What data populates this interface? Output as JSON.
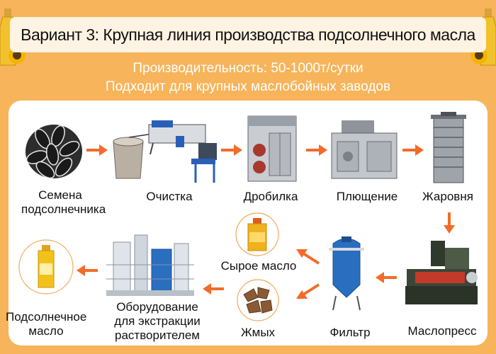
{
  "title": "Вариант 3: Крупная линия производства подсолнечного масла",
  "subtitle": {
    "line1": "Производительность: 50-1000т/сутки",
    "line2": "Подходит для крупных маслобойных заводов"
  },
  "steps": {
    "seeds": "Семена\nподсолнечника",
    "cleaning": "Очистка",
    "crusher": "Дробилка",
    "flaking": "Плющение",
    "cooker": "Жаровня",
    "press": "Маслопресс",
    "filter": "Фильтр",
    "cake": "Жмых",
    "crude_oil": "Сырое масло",
    "extraction": "Оборудование\nдля экстракции\nрастворителем",
    "sunflower_oil": "Подсолнечное\nмасло"
  },
  "colors": {
    "background": "#f7b45a",
    "arrow": "#f26b2a",
    "title_bg": "#fff3e3"
  }
}
